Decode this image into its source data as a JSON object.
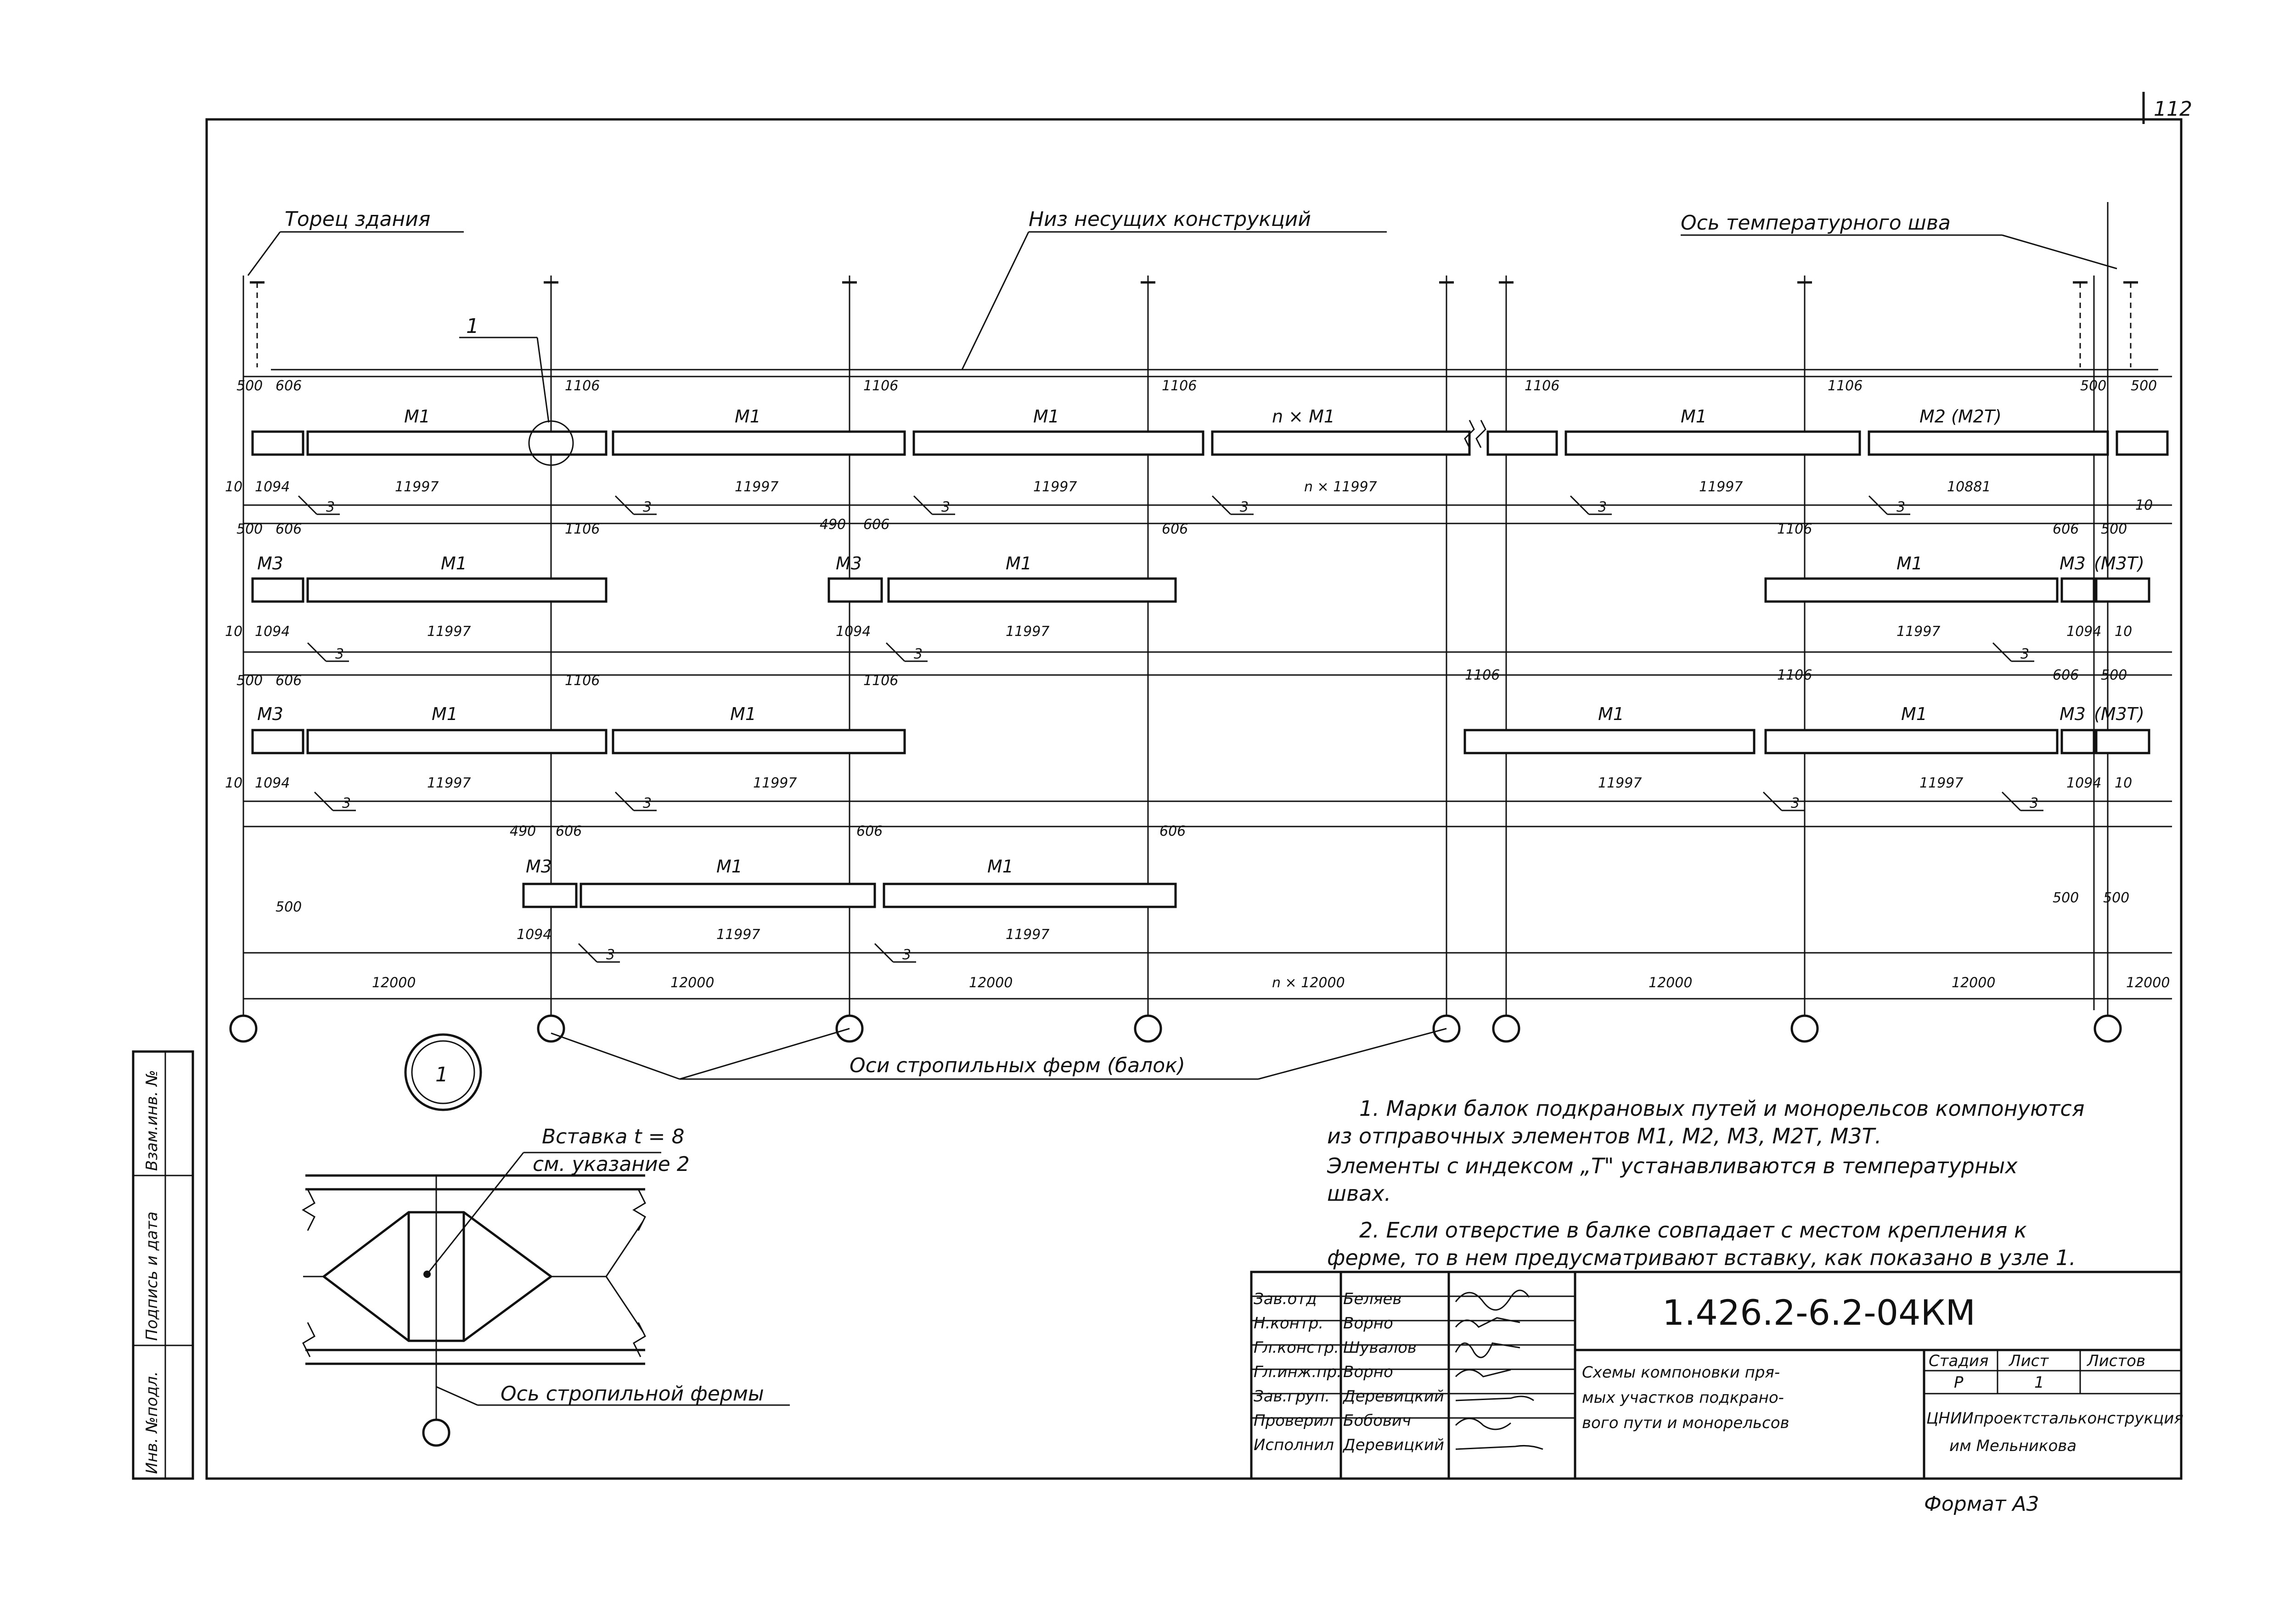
{
  "sheet_number": "112",
  "callouts": {
    "building_end": "Торец здания",
    "bottom_structures": "Низ несущих конструкций",
    "expansion_axis": "Ось температурного шва",
    "truss_axes": "Оси стропильных ферм (балок)",
    "detail_ref": "1"
  },
  "rows": {
    "row1": {
      "labels": [
        "М1",
        "М1",
        "М1",
        "n × М1",
        "М1",
        "М2 (М2Т)"
      ],
      "lengths": [
        "10",
        "1094",
        "11997",
        "11997",
        "11997",
        "n × 11997",
        "11997",
        "10881",
        "10"
      ],
      "top_dims": [
        "500",
        "606",
        "1106",
        "1106",
        "1106",
        "1106",
        "1106",
        "500",
        "500"
      ],
      "gaps": [
        "3",
        "3",
        "3",
        "3",
        "3",
        "3"
      ]
    },
    "row2": {
      "labels": [
        "М3",
        "М1",
        "М3",
        "М1",
        "М1",
        "М3",
        "(М3Т)"
      ],
      "lengths": [
        "10",
        "1094",
        "11997",
        "1094",
        "11997",
        "11997",
        "1094",
        "10"
      ],
      "top_dims": [
        "500",
        "606",
        "1106",
        "490",
        "606",
        "606",
        "1106",
        "606",
        "500"
      ],
      "gaps": [
        "3",
        "3",
        "3"
      ]
    },
    "row3": {
      "labels": [
        "М3",
        "М1",
        "М1",
        "М1",
        "М1",
        "М3",
        "(М3Т)"
      ],
      "lengths": [
        "10",
        "1094",
        "11997",
        "11997",
        "11997",
        "11997",
        "1094",
        "10"
      ],
      "top_dims": [
        "500",
        "606",
        "1106",
        "1106",
        "1106",
        "1106",
        "606",
        "500"
      ],
      "gaps": [
        "3",
        "3",
        "3",
        "3"
      ]
    },
    "row4": {
      "labels": [
        "М3",
        "М1",
        "М1"
      ],
      "lengths": [
        "1094",
        "11997",
        "11997"
      ],
      "top_dims": [
        "490",
        "606",
        "606",
        "606"
      ],
      "gaps": [
        "3",
        "3"
      ],
      "side_dims": [
        "500",
        "500",
        "500"
      ]
    }
  },
  "spans": [
    "12000",
    "12000",
    "12000",
    "n × 12000",
    "12000",
    "12000",
    "12000"
  ],
  "detail": {
    "insert_label": "Вставка t = 8",
    "insert_note": "см. указание 2",
    "truss_axis": "Ось стропильной фермы"
  },
  "notes": [
    "1. Марки балок подкрановых путей и монорельсов компонуются",
    "из отправочных элементов М1, М2, М3, М2Т, М3Т.",
    "Элементы с индексом „Т\" устанавливаются в температурных",
    "швах.",
    "2. Если отверстие в балке совпадает с местом крепления к",
    "ферме, то в нем предусматривают вставку, как показано в узле 1."
  ],
  "side_stamp": [
    "Инв. №подл.",
    "Подпись и дата",
    "Взам.инв. №"
  ],
  "title_block": {
    "roles": [
      "Зав.отд",
      "Н.контр.",
      "Гл.констр.",
      "Гл.инж.пр.",
      "Зав.груп.",
      "Проверил",
      "Исполнил"
    ],
    "names": [
      "Беляев",
      "Ворно",
      "Шувалов",
      "Ворно",
      "Деревицкий",
      "Бобович",
      "Деревицкий"
    ],
    "code": "1.426.2-6.2-04КМ",
    "title": [
      "Схемы компоновки пря-",
      "мых участков подкрано-",
      "вого пути и монорельсов"
    ],
    "col_headers": [
      "Стадия",
      "Лист",
      "Листов"
    ],
    "stage": "Р",
    "sheets": "1",
    "org": [
      "ЦНИИпроектстальконструкция",
      "им Мельникова"
    ],
    "format": "Формат А3"
  }
}
